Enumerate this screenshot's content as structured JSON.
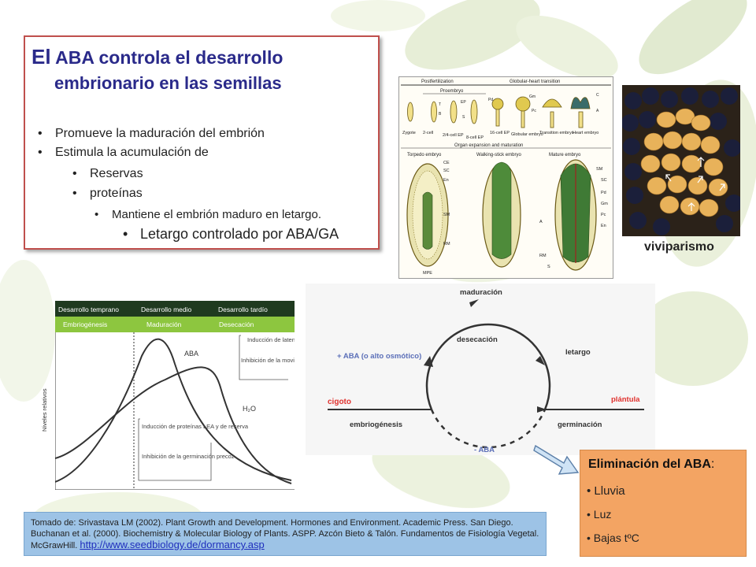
{
  "title": {
    "first_word": "El",
    "line1_rest": " ABA controla el desarrollo",
    "line2": "embrionario en las semillas"
  },
  "bullets": [
    {
      "text": "Promueve la maduración del embrión"
    },
    {
      "text": "Estimula la acumulación de"
    },
    {
      "text": "Reservas"
    },
    {
      "text": "proteínas"
    },
    {
      "text": "Mantiene el embrión maduro en letargo."
    },
    {
      "text": "Letargo controlado por ABA/GA"
    }
  ],
  "stages_figure": {
    "header_postfert": "Postfertilization",
    "header_globular": "Globular-heart transition",
    "proembryo": "Proembryo",
    "row1": [
      "Zygote",
      "2-cell",
      "2/4-cell EP",
      "8-cell EP",
      "16-cell EP",
      "Globular embryo",
      "Transition embryo",
      "Heart embryo"
    ],
    "organ_header": "Organ expansion and maturation",
    "row2": [
      "Torpedo embryo",
      "Walking-stick embryo",
      "Mature embryo"
    ],
    "labels_small": [
      "T",
      "B",
      "EP",
      "S",
      "Pd",
      "Gm",
      "Pc",
      "C",
      "A",
      "CE",
      "SC",
      "En",
      "SM",
      "RM",
      "MPE",
      "SM",
      "SC",
      "Pd",
      "Gm",
      "Pc",
      "En",
      "A",
      "RM",
      "S"
    ]
  },
  "corn_label": "viviparismo",
  "graph": {
    "header_top": [
      "Desarrollo temprano",
      "Desarrollo medio",
      "Desarrollo tardío"
    ],
    "header_bottom": [
      "Embriogénesis",
      "Maduración",
      "Desecación"
    ],
    "ylabel": "Niveles relativos",
    "curve_aba": "ABA",
    "curve_h2o": "H₂O",
    "annot_top": [
      "Inducción de latencia",
      "Inhibición de la movilización reservas"
    ],
    "annot_bottom": [
      "Inducción de proteínas LEA y de reserva",
      "Inhibición de la germinación precoz"
    ],
    "colors": {
      "dark": "#1f3a1f",
      "green": "#8dc63f"
    }
  },
  "cycle": {
    "maduracion": "maduración",
    "desecacion": "desecación",
    "letargo": "letargo",
    "mas_aba": "+ ABA (o alto osmótico)",
    "cigoto": "cigoto",
    "plantula": "plántula",
    "embriogenesis": "embriogénesis",
    "germinacion": "germinación",
    "menos_aba": "- ABA",
    "colors": {
      "red": "#e0322e",
      "blue": "#5b6fb8"
    }
  },
  "citation": {
    "text": "Tomado de: Srivastava LM (2002). Plant Growth and Development. Hormones and Environment. Academic Press. San Diego. Buchanan et al. (2000). Biochemistry & Molecular Biology of Plants. ASPP. Azcón Bieto & Talón. Fundamentos de Fisiología Vegetal. McGrawHill.",
    "link": "http://www.seedbiology.de/dormancy.asp"
  },
  "elimination": {
    "title": "Eliminación del ABA",
    "colon": ":",
    "items": [
      "Lluvia",
      "Luz",
      "Bajas tºC"
    ]
  }
}
